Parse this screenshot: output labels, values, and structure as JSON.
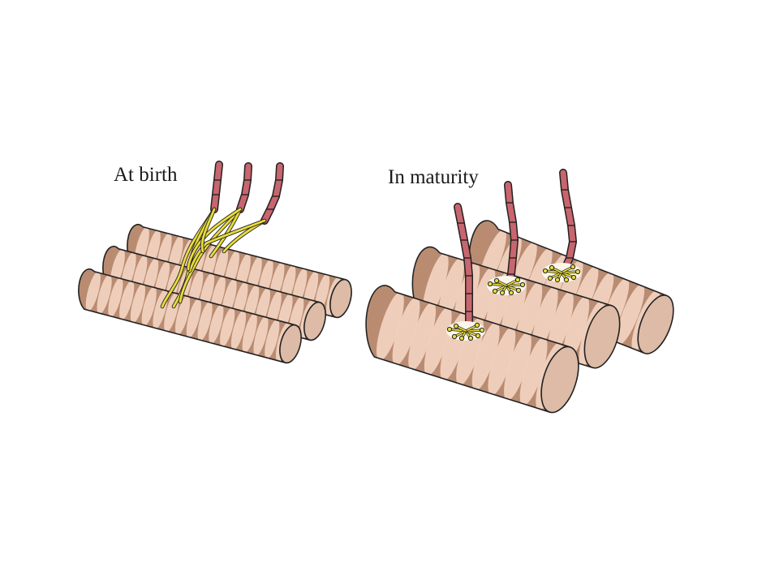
{
  "labels": {
    "birth": "At birth",
    "maturity": "In maturity"
  },
  "colors": {
    "fiber_body": "#b98c72",
    "fiber_stripe": "#f0d2bf",
    "fiber_end": "#ddbba6",
    "fiber_outline": "#222222",
    "axon_fill": "#c8656e",
    "nerve_terminal": "#e8dc3a",
    "endplate": "#fbf6ea"
  },
  "icons": [
    "muscle-fiber",
    "motor-axon",
    "nerve-terminal",
    "endplate"
  ]
}
